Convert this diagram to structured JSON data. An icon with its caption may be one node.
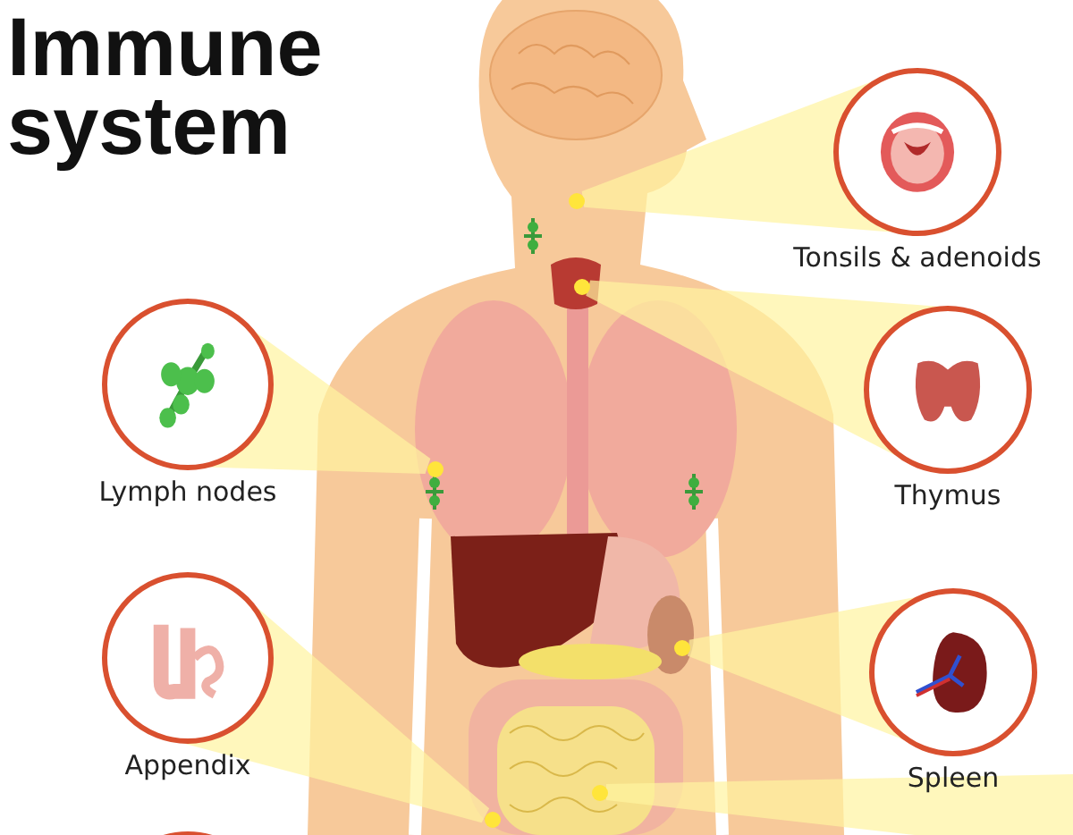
{
  "diagram": {
    "title": "Immune system",
    "nodes": [
      {
        "text": [
          "Tonsils & adenoids"
        ]
      },
      {
        "text": [
          "Lymph nodes"
        ]
      },
      {
        "text": [
          "Thymus"
        ]
      },
      {
        "text": [
          "Appendix"
        ]
      },
      {
        "text": [
          "Spleen"
        ]
      },
      {
        "text": [],
        "shape": "circle"
      },
      {
        "text": [],
        "shape": "circle"
      },
      {
        "text": [],
        "shape": "circle"
      },
      {
        "text": [],
        "shape": "circle"
      },
      {
        "text": [],
        "shape": "circle"
      },
      {
        "text": [],
        "shape": "circle"
      },
      {
        "text": [],
        "shape": "circle"
      }
    ],
    "edges": [
      {
        "from": 6,
        "to": 0,
        "arrow": "none"
      },
      {
        "from": 8,
        "to": 1,
        "arrow": "none"
      },
      {
        "from": 7,
        "to": 2,
        "arrow": "none"
      },
      {
        "from": 11,
        "to": 3,
        "arrow": "none"
      },
      {
        "from": 9,
        "to": 4,
        "arrow": "none"
      },
      {
        "from": 10,
        "to": null,
        "arrow": "none"
      }
    ]
  }
}
